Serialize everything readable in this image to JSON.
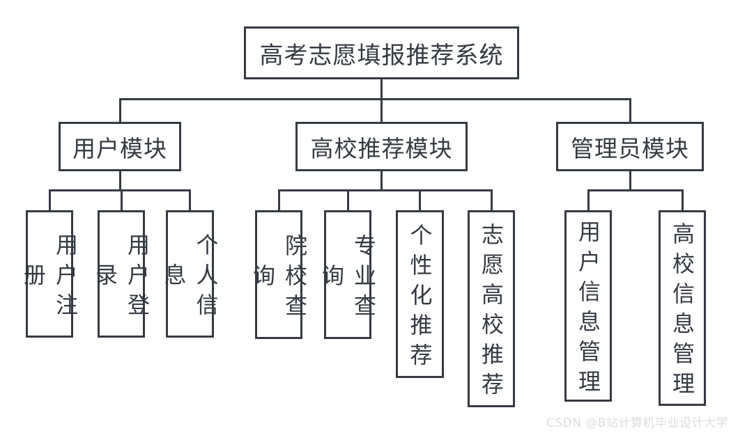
{
  "tree": {
    "root": {
      "label": "高考志愿填报推荐系统"
    },
    "modules": [
      {
        "label": "用户模块",
        "children": [
          {
            "label": "用户注册"
          },
          {
            "label": "用户登录"
          },
          {
            "label": "个人信息"
          }
        ]
      },
      {
        "label": "高校推荐模块",
        "children": [
          {
            "label": "院校查询"
          },
          {
            "label": "专业查询"
          },
          {
            "label": "个性化推荐"
          },
          {
            "label": "志愿高校推荐"
          }
        ]
      },
      {
        "label": "管理员模块",
        "children": [
          {
            "label": "用户信息管理"
          },
          {
            "label": "高校信息管理"
          }
        ]
      }
    ]
  },
  "watermark": "CSDN @B站计算机毕业设计大学",
  "colors": {
    "line": "#353a42",
    "text": "#353a42",
    "background": "#ffffff",
    "watermark": "#dcdcdc"
  }
}
